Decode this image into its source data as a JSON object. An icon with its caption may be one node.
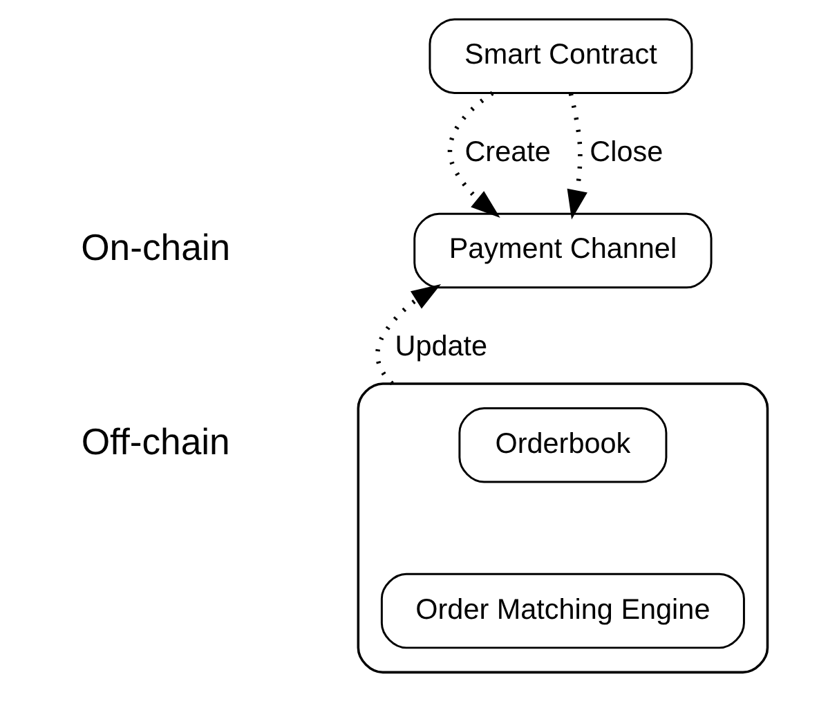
{
  "diagram": {
    "nodes": [
      {
        "text": [
          "Smart Contract"
        ]
      },
      {
        "text": [
          "Payment Channel"
        ]
      },
      {
        "text": [],
        "shape": "box"
      },
      {
        "text": [
          "Orderbook"
        ],
        "in": 2
      },
      {
        "text": [
          "Order Matching Engine"
        ],
        "in": 2
      }
    ],
    "edges": [
      {
        "from": 0,
        "to": 1,
        "arrow": "to",
        "label": "Create",
        "style": "dashed"
      },
      {
        "from": 0,
        "to": 1,
        "arrow": "to",
        "label": "Close",
        "style": "dashed"
      },
      {
        "from": 2,
        "to": 1,
        "arrow": "to",
        "label": "Update",
        "style": "dashed"
      }
    ],
    "labels": [
      "On-chain",
      "Off-chain"
    ]
  }
}
